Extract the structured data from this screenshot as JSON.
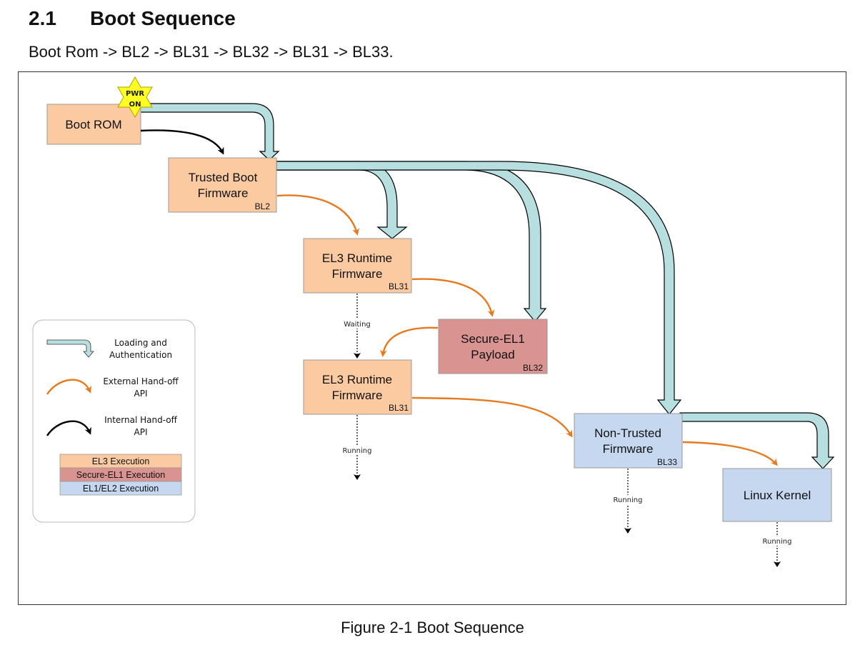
{
  "heading": {
    "number": "2.1",
    "title": "Boot Sequence"
  },
  "subtitle": "Boot Rom -> BL2 -> BL31 -> BL32 -> BL31 -> BL33.",
  "caption": "Figure 2-1 Boot Sequence",
  "colors": {
    "el3": "#fbcaa0",
    "secure_el1": "#d99390",
    "el1_el2": "#c5d8f0",
    "loading_arrow": "#b8dfe0",
    "handoff_external": "#e67a1e",
    "handoff_internal": "#000000",
    "pwr_star": "#ffff22"
  },
  "pwr_on": {
    "line1": "PWR",
    "line2": "ON"
  },
  "boxes": {
    "boot_rom": {
      "line1": "Boot ROM",
      "line2": "",
      "tag": ""
    },
    "bl2": {
      "line1": "Trusted Boot",
      "line2": "Firmware",
      "tag": "BL2"
    },
    "bl31_a": {
      "line1": "EL3 Runtime",
      "line2": "Firmware",
      "tag": "BL31"
    },
    "bl32": {
      "line1": "Secure-EL1",
      "line2": "Payload",
      "tag": "BL32"
    },
    "bl31_b": {
      "line1": "EL3 Runtime",
      "line2": "Firmware",
      "tag": "BL31"
    },
    "bl33": {
      "line1": "Non-Trusted",
      "line2": "Firmware",
      "tag": "BL33"
    },
    "linux": {
      "line1": "Linux Kernel",
      "line2": "",
      "tag": ""
    }
  },
  "state_labels": {
    "waiting": "Waiting",
    "running_bl31": "Running",
    "running_bl33": "Running",
    "running_linux": "Running"
  },
  "legend": {
    "loading": {
      "line1": "Loading and",
      "line2": "Authentication"
    },
    "external": {
      "line1": "External Hand-off",
      "line2": "API"
    },
    "internal": {
      "line1": "Internal Hand-off",
      "line2": "API"
    },
    "exec_el3": "EL3 Execution",
    "exec_secure_el1": "Secure-EL1 Execution",
    "exec_el1_el2": "EL1/EL2 Execution"
  }
}
